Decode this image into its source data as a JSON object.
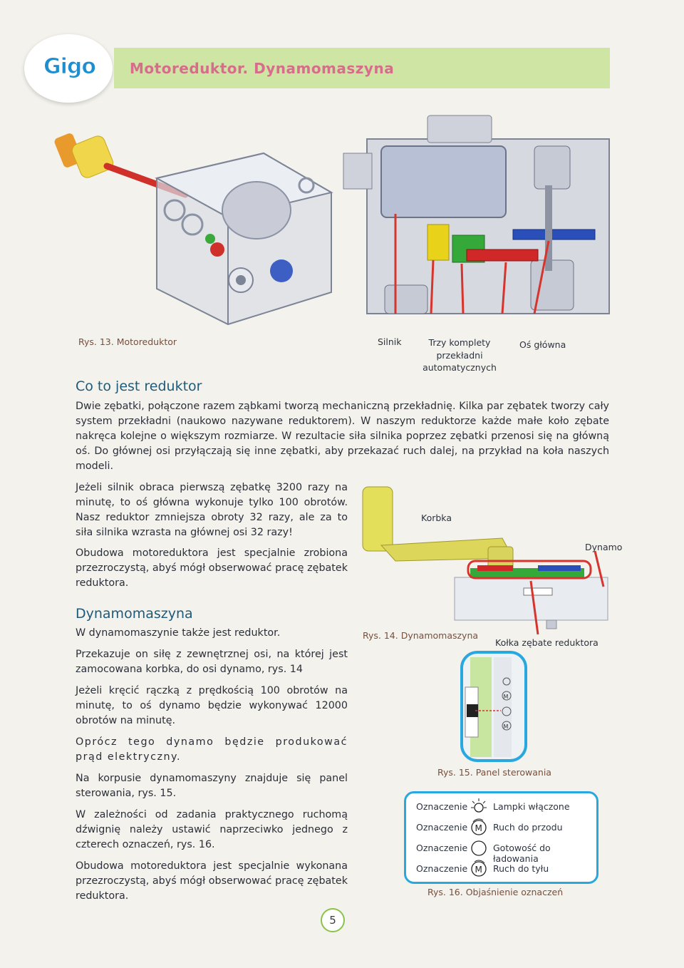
{
  "header": {
    "logo": "Gigo",
    "title": "Motoreduktor. Dynamomaszyna"
  },
  "figure13": {
    "caption": "Rys. 13. Motoreduktor",
    "label_silnik": "Silnik",
    "label_przekladnie": [
      "Trzy komplety",
      "przekładni",
      "automatycznych"
    ],
    "label_os": "Oś główna"
  },
  "section1": {
    "heading": "Co to jest reduktor",
    "p1": "Dwie zębatki, połączone razem ząbkami tworzą mechaniczną przekładnię. Kilka par zębatek tworzy cały system przekładni (naukowo nazywane reduktorem). W naszym reduktorze każde małe koło zębate nakręca kolejne o większym rozmiarze. W rezultacie siła silnika poprzez zębatki przenosi się na główną oś. Do głównej osi przyłączają się inne zębatki, aby przekazać ruch dalej, na przykład na koła naszych modeli.",
    "p2": "Jeżeli silnik obraca pierwszą zębatkę 3200 razy na minutę, to oś główna wykonuje tylko 100 obrotów. Nasz reduktor zmniejsza obroty 32 razy, ale za to siła silnika wzrasta na głównej osi 32 razy!",
    "p3": "Obudowa motoreduktora jest specjalnie zrobiona przezroczystą, abyś mógł obserwować pracę zębatek reduktora."
  },
  "figure14": {
    "label_korbka": "Korbka",
    "label_dynamo": "Dynamo",
    "caption": "Rys. 14. Dynamomaszyna",
    "label_kolka": "Kołka zębate reduktora"
  },
  "section2": {
    "heading": "Dynamomaszyna",
    "p1": "W dynamomaszynie także jest reduktor.",
    "p2": "Przekazuje on siłę z zewnętrznej osi, na której jest zamocowana korbka, do osi dynamo, rys. 14",
    "p3": "Jeżeli kręcić rączką z prędkością 100 obrotów na minutę, to oś dynamo będzie wykonywać 12000 obrotów na minutę.",
    "p4": "Oprócz tego dynamo będzie produkować prąd elektryczny.",
    "p5": "Na korpusie dynamomaszyny znajduje się panel sterowania, rys. 15.",
    "p6": "W zależności od zadania praktycznego ruchomą dźwignię należy ustawić naprzeciwko jednego z czterech oznaczeń, rys. 16.",
    "p7": "Obudowa motoreduktora jest specjalnie wykonana przezroczystą, abyś mógł obserwować pracę zębatek reduktora."
  },
  "figure15": {
    "caption": "Rys. 15. Panel sterowania"
  },
  "figure16": {
    "caption": "Rys. 16. Objaśnienie oznaczeń",
    "rows": [
      {
        "label": "Oznaczenie",
        "icon": "lamp-icon",
        "desc": "Lampki włączone"
      },
      {
        "label": "Oznaczenie",
        "icon": "motor-forward-icon",
        "desc": "Ruch do przodu"
      },
      {
        "label": "Oznaczenie",
        "icon": "circle-icon",
        "desc": "Gotowość do ładowania"
      },
      {
        "label": "Oznaczenie",
        "icon": "motor-backward-icon",
        "desc": "Ruch do tyłu"
      }
    ]
  },
  "page": {
    "number": "5"
  },
  "colors": {
    "title_bar": "#cfe5a3",
    "title_text": "#d66d8a",
    "heading": "#1f5a7a",
    "legend_border": "#29a8e0",
    "gear_yellow": "#e8d21a",
    "gear_green": "#35a83a",
    "gear_red": "#d02828",
    "gear_blue": "#2a4fb8"
  }
}
